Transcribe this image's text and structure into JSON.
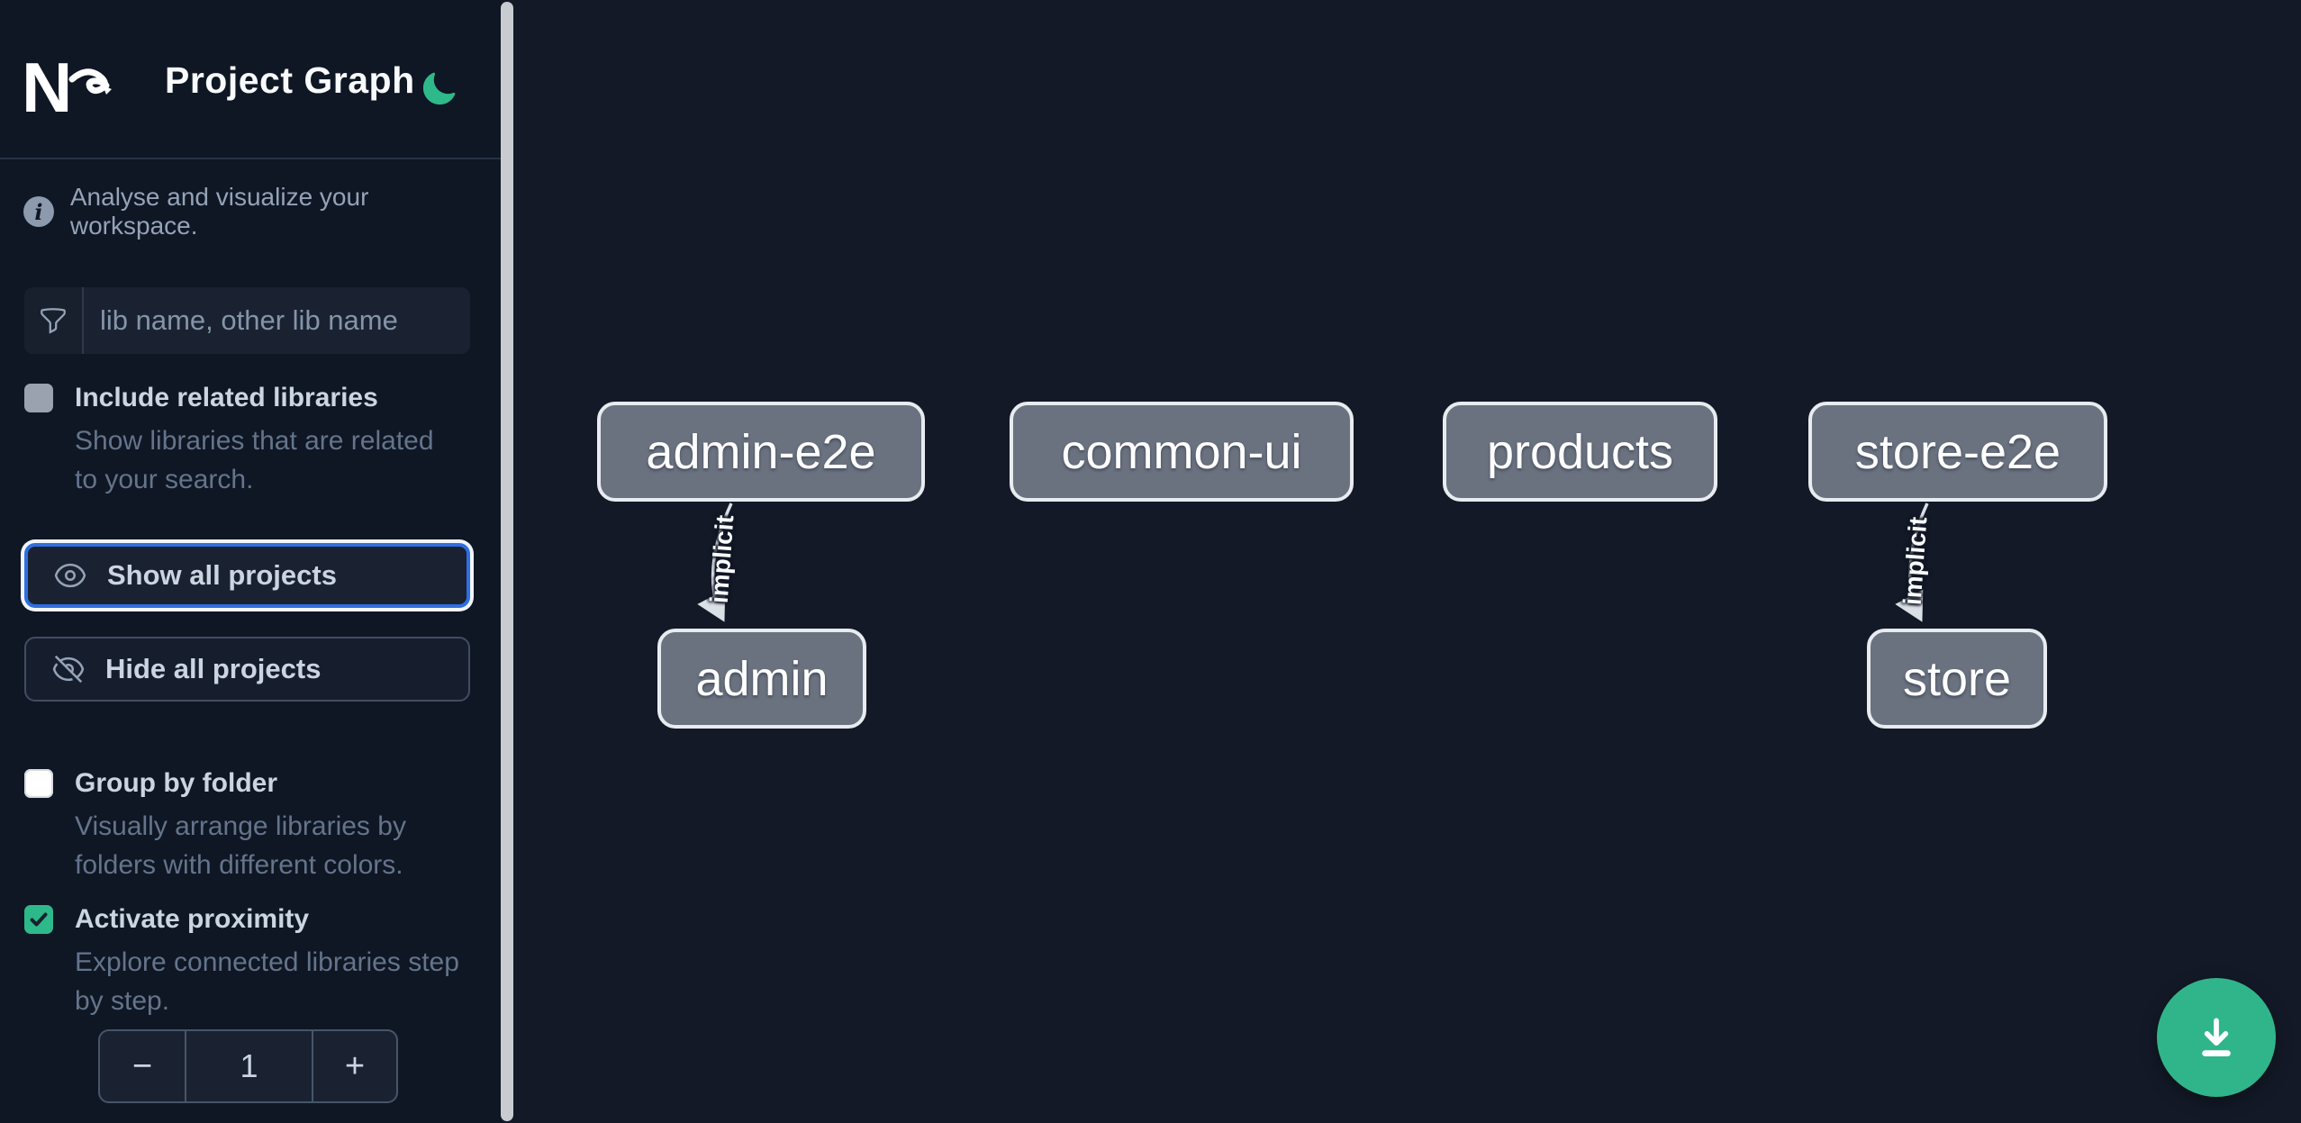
{
  "header": {
    "title": "Project Graph",
    "logo_name": "nx-logo",
    "theme_icon": "moon-icon"
  },
  "sidebar": {
    "tagline": "Analyse and visualize your workspace.",
    "search": {
      "placeholder": "lib name, other lib name",
      "value": "",
      "icon": "funnel-icon"
    },
    "toggles": [
      {
        "label": "Include related libraries",
        "description": "Show libraries that are related to your search.",
        "checked": false,
        "checkbox_style": "gray"
      },
      {
        "label": "Group by folder",
        "description": "Visually arrange libraries by folders with different colors.",
        "checked": false,
        "checkbox_style": "white"
      },
      {
        "label": "Activate proximity",
        "description": "Explore connected libraries step by step.",
        "checked": true,
        "checkbox_style": "green"
      }
    ],
    "buttons": [
      {
        "label": "Show all projects",
        "icon": "eye-icon",
        "focused": true
      },
      {
        "label": "Hide all projects",
        "icon": "eye-slash-icon",
        "focused": false
      }
    ],
    "stepper": {
      "decrement": "−",
      "value": "1",
      "increment": "+"
    }
  },
  "graph": {
    "nodes": [
      {
        "label": "admin-e2e"
      },
      {
        "label": "common-ui"
      },
      {
        "label": "products"
      },
      {
        "label": "store-e2e"
      },
      {
        "label": "admin"
      },
      {
        "label": "store"
      }
    ],
    "edges": [
      {
        "from": "admin-e2e",
        "to": "admin",
        "label": "implicit"
      },
      {
        "from": "store-e2e",
        "to": "store",
        "label": "implicit"
      }
    ]
  },
  "fab": {
    "icon": "download-icon"
  },
  "colors": {
    "accent_green": "#30b58a",
    "focus_blue": "#2f6ee0",
    "node_fill": "#6a7280",
    "node_border": "#e8ebef",
    "sidebar_bg": "#0f1624",
    "graph_bg": "#131927",
    "text_main": "#cbd5e1",
    "text_muted": "#64748b"
  }
}
